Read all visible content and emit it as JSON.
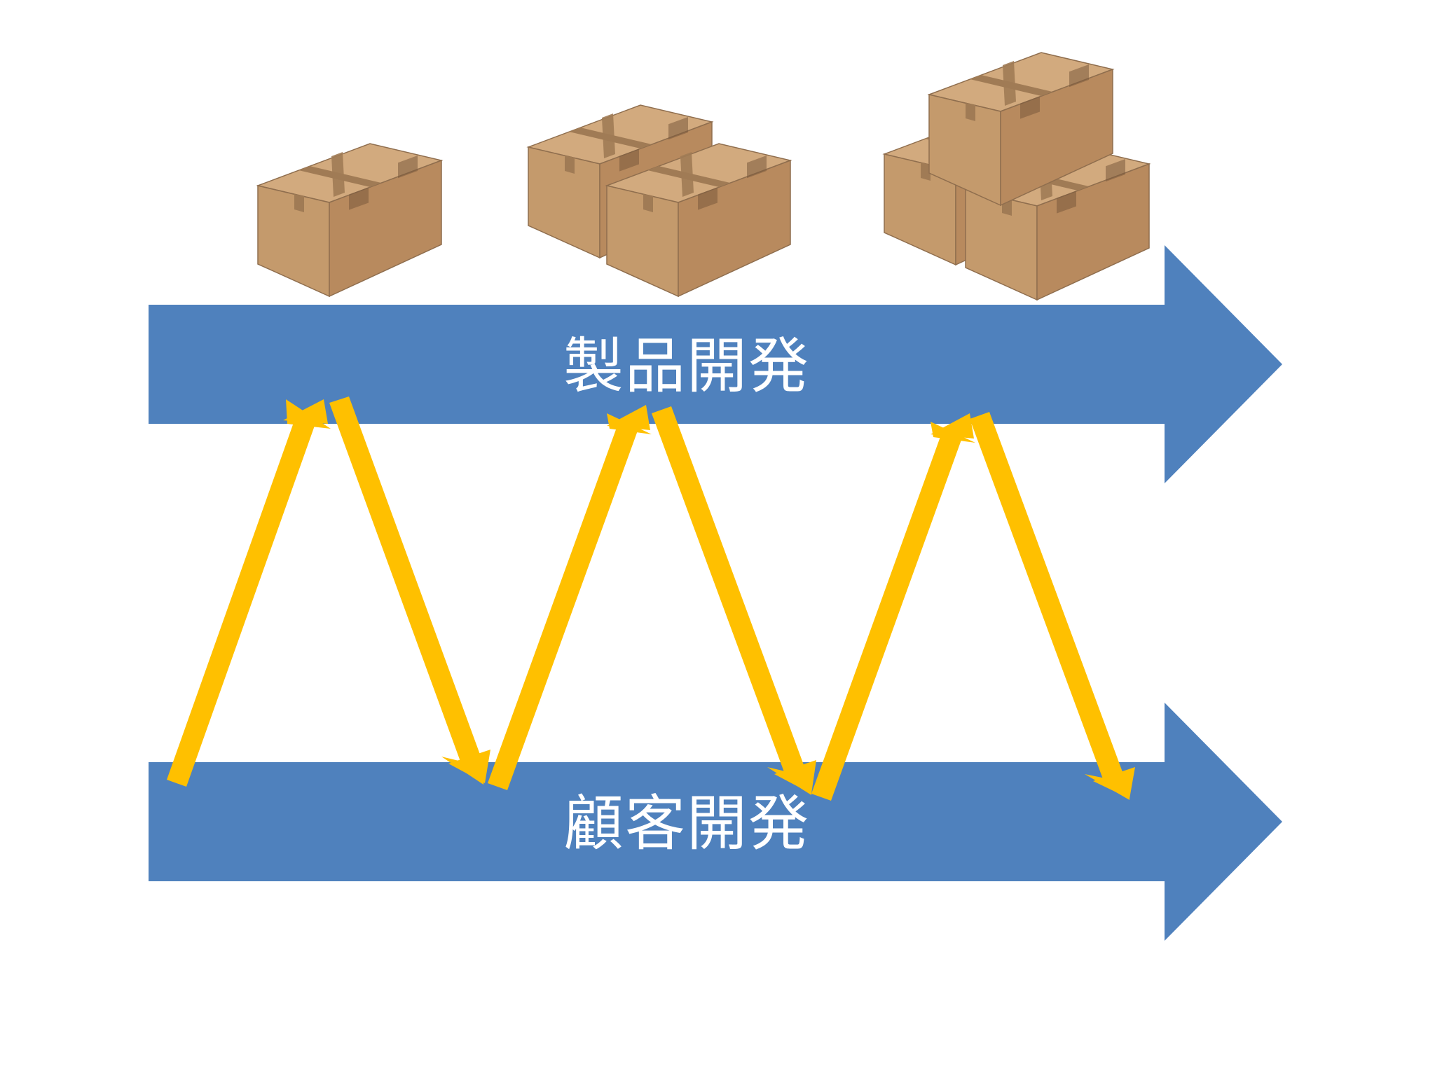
{
  "labels": {
    "top": "製品開発",
    "bottom": "顧客開発"
  },
  "colors": {
    "blue_arrow": "#4F81BD",
    "yellow_arrow": "#FFC000",
    "box_face": "#C49A6C",
    "box_side": "#B88A5E",
    "box_top": "#D2AA7E",
    "box_tape": "#A07B55",
    "box_outline": "#8F6E4E",
    "background": "#FFFFFF"
  },
  "boxes": {
    "groups": [
      {
        "name": "single",
        "count": 1
      },
      {
        "name": "double",
        "count": 2
      },
      {
        "name": "triple",
        "count": 3
      }
    ]
  },
  "zigzag": {
    "arrows": [
      "up",
      "down",
      "up",
      "down",
      "up",
      "down"
    ]
  },
  "icons": {
    "box": "cardboard-box-icon"
  }
}
